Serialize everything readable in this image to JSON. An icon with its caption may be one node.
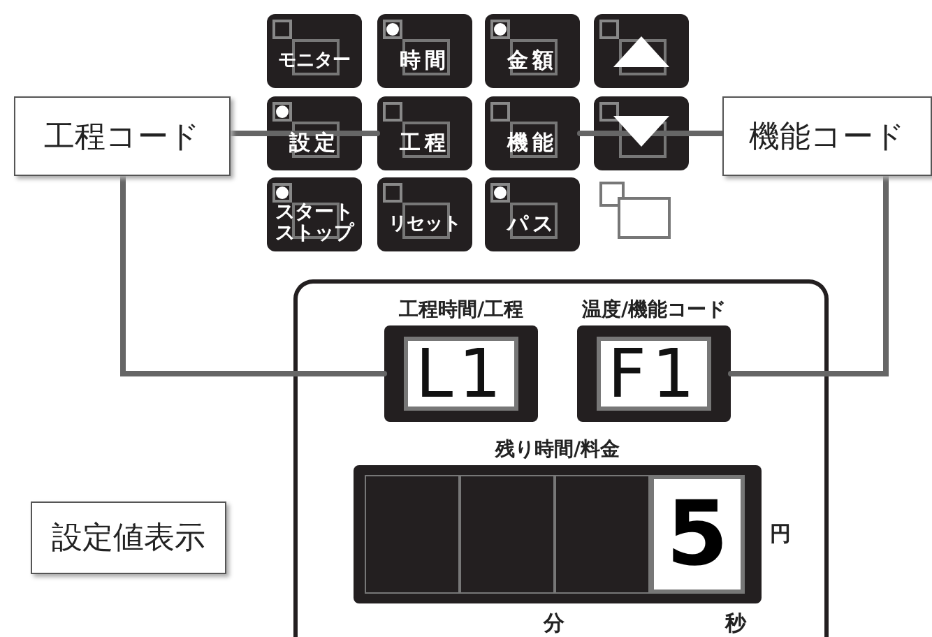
{
  "diagram": {
    "nodes": [
      {
        "text": [
          "工程コード"
        ]
      },
      {
        "text": [
          "機能コード"
        ]
      },
      {
        "text": [
          "モニター"
        ]
      },
      {
        "text": [
          "時間"
        ]
      },
      {
        "text": [
          "金額"
        ]
      },
      {
        "text": [],
        "shape": "box"
      },
      {
        "text": [
          "設定"
        ]
      },
      {
        "text": [
          "工程"
        ]
      },
      {
        "text": [
          "機能"
        ]
      },
      {
        "text": [],
        "shape": "box"
      },
      {
        "text": [
          "スタートストップ"
        ]
      },
      {
        "text": [
          "リセット"
        ]
      },
      {
        "text": [
          "パス"
        ]
      },
      {
        "text": [],
        "shape": "box"
      },
      {
        "text": [
          "工程時間/工程",
          "L1"
        ],
        "in": 13
      },
      {
        "text": [
          "温度/機能コード",
          "F1"
        ],
        "in": 13
      },
      {
        "text": [
          "残り時間/料金",
          "5"
        ],
        "beside": [
          "円",
          "分",
          "秒"
        ],
        "in": 13
      },
      {
        "text": [
          "設定値表示"
        ]
      }
    ],
    "edges": [
      {
        "from": 0,
        "to": 7,
        "arrow": "none"
      },
      {
        "from": 0,
        "to": 14,
        "arrow": "none"
      },
      {
        "from": 1,
        "to": 8,
        "arrow": "none"
      },
      {
        "from": 1,
        "to": 15,
        "arrow": "none"
      }
    ]
  }
}
